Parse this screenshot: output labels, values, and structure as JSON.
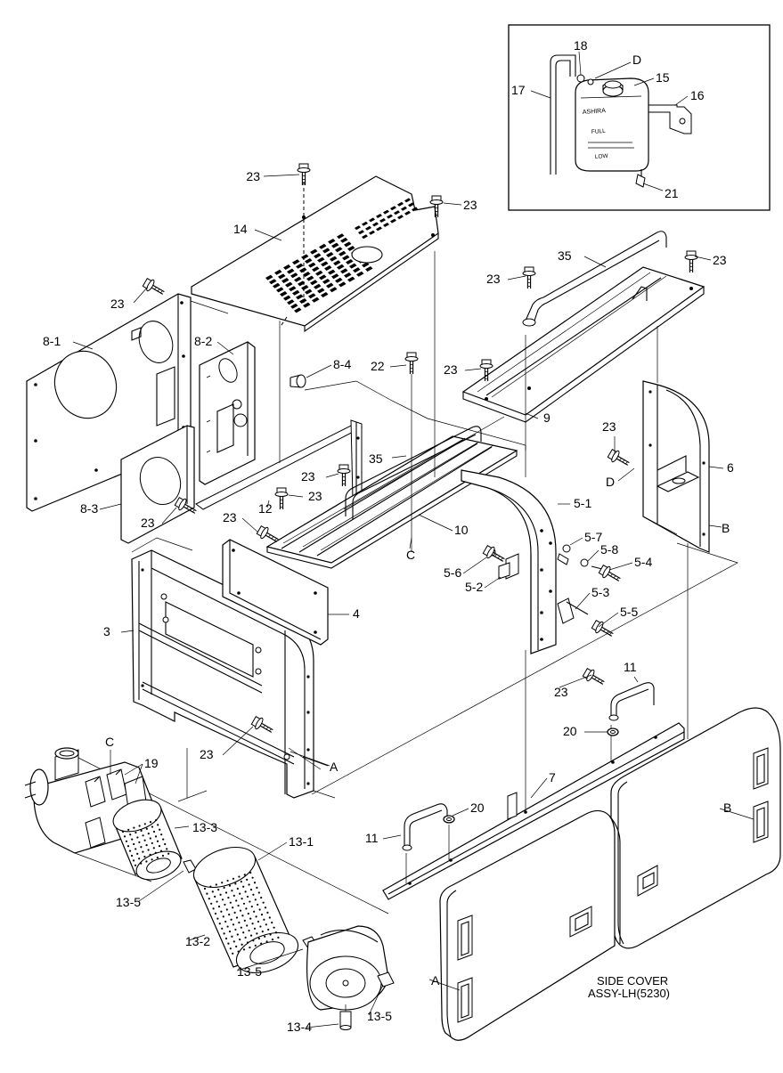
{
  "callouts": [
    {
      "id": "c01",
      "text": "23"
    },
    {
      "id": "c02",
      "text": "23"
    },
    {
      "id": "c03",
      "text": "14"
    },
    {
      "id": "c04",
      "text": "23"
    },
    {
      "id": "c05",
      "text": "8-1"
    },
    {
      "id": "c06",
      "text": "8-2"
    },
    {
      "id": "c07",
      "text": "8-4"
    },
    {
      "id": "c08",
      "text": "22"
    },
    {
      "id": "c09",
      "text": "23"
    },
    {
      "id": "c10",
      "text": "35"
    },
    {
      "id": "c11",
      "text": "23"
    },
    {
      "id": "c12",
      "text": "23"
    },
    {
      "id": "c13",
      "text": "35"
    },
    {
      "id": "c14",
      "text": "9"
    },
    {
      "id": "c15",
      "text": "23"
    },
    {
      "id": "c16",
      "text": "D"
    },
    {
      "id": "c17",
      "text": "6"
    },
    {
      "id": "c18",
      "text": "B"
    },
    {
      "id": "c19",
      "text": "23"
    },
    {
      "id": "c20",
      "text": "23"
    },
    {
      "id": "c21",
      "text": "8-3"
    },
    {
      "id": "c22",
      "text": "23"
    },
    {
      "id": "c23",
      "text": "12"
    },
    {
      "id": "c24",
      "text": "23"
    },
    {
      "id": "c25",
      "text": "10"
    },
    {
      "id": "c26",
      "text": "C"
    },
    {
      "id": "c27",
      "text": "5-1"
    },
    {
      "id": "c28",
      "text": "5-7"
    },
    {
      "id": "c29",
      "text": "5-8"
    },
    {
      "id": "c30",
      "text": "5-4"
    },
    {
      "id": "c31",
      "text": "5-6"
    },
    {
      "id": "c32",
      "text": "5-2"
    },
    {
      "id": "c33",
      "text": "5-3"
    },
    {
      "id": "c34",
      "text": "5-5"
    },
    {
      "id": "c35",
      "text": "4"
    },
    {
      "id": "c36",
      "text": "3"
    },
    {
      "id": "c37",
      "text": "23"
    },
    {
      "id": "c38",
      "text": "11"
    },
    {
      "id": "c39",
      "text": "20"
    },
    {
      "id": "c40",
      "text": "23"
    },
    {
      "id": "c41",
      "text": "A"
    },
    {
      "id": "c42",
      "text": "C"
    },
    {
      "id": "c43",
      "text": "19"
    },
    {
      "id": "c44",
      "text": "7"
    },
    {
      "id": "c45",
      "text": "B"
    },
    {
      "id": "c46",
      "text": "20"
    },
    {
      "id": "c47",
      "text": "11"
    },
    {
      "id": "c48",
      "text": "13-3"
    },
    {
      "id": "c49",
      "text": "13-1"
    },
    {
      "id": "c50",
      "text": "13-5"
    },
    {
      "id": "c51",
      "text": "13-2"
    },
    {
      "id": "c52",
      "text": "13-5"
    },
    {
      "id": "c53",
      "text": "A"
    },
    {
      "id": "c54",
      "text": "13-4"
    },
    {
      "id": "c55",
      "text": "13-5"
    }
  ],
  "inset_callouts": [
    {
      "id": "i1",
      "text": "18"
    },
    {
      "id": "i2",
      "text": "D"
    },
    {
      "id": "i3",
      "text": "15"
    },
    {
      "id": "i4",
      "text": "17"
    },
    {
      "id": "i5",
      "text": "16"
    },
    {
      "id": "i6",
      "text": "21"
    }
  ],
  "tank_labels": {
    "brand": "ASHIRA",
    "full": "FULL",
    "low": "LOW"
  },
  "side_cover": {
    "line1": "SIDE COVER",
    "line2": "ASSY-LH(5230)"
  }
}
